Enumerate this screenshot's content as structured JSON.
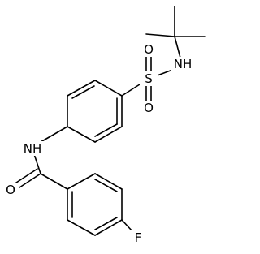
{
  "molecule": {
    "atoms": {
      "sulfur": "S",
      "sulfonyl_oxygen_top": "O",
      "sulfonyl_oxygen_bottom": "O",
      "sulfonamide_nh": "NH",
      "amide_nh": "NH",
      "carbonyl_oxygen": "O",
      "fluorine": "F"
    }
  },
  "colors": {
    "bond": "#000000",
    "label": "#000000",
    "background": "#ffffff"
  }
}
